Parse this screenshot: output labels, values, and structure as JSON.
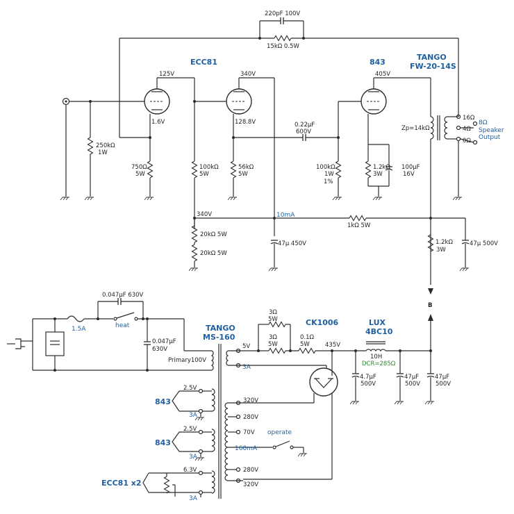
{
  "tubes": {
    "ecc81": "ECC81",
    "t843": "843",
    "ecc81_x2": "ECC81 x2"
  },
  "output_transformer": {
    "maker": "TANGO",
    "model": "FW-20-14S",
    "zp": "Zp=14kΩ",
    "tap16": "16Ω",
    "tap4": "4Ω",
    "tap0": "0Ω",
    "out8": "8Ω",
    "speaker": "Speaker",
    "output": "Output"
  },
  "power_transformer": {
    "maker": "TANGO",
    "model": "MS-160",
    "primary": "Primary100V",
    "v5": "5V",
    "a3": "3A",
    "v320a": "320V",
    "v280a": "280V",
    "v70": "70V",
    "ma160": "160mA",
    "v280b": "280V",
    "v320b": "320V",
    "h1v": "2.5V",
    "h1a": "3A",
    "h2v": "2.5V",
    "h2a": "3A",
    "h3v": "6.3V",
    "h3a": "3A"
  },
  "choke": {
    "maker": "LUX",
    "model": "4BC10",
    "value": "10H",
    "dcr": "DCR=285Ω"
  },
  "rectifier": {
    "label": "CK1006"
  },
  "feedback": {
    "cap": "220pF 100V",
    "res": "15kΩ 0.5W"
  },
  "voltages": {
    "v125": "125V",
    "v1_6": "1.6V",
    "v340a": "340V",
    "v128_8": "128.8V",
    "v405": "405V",
    "v340b": "340V",
    "ma10": "10mA",
    "v435": "435V"
  },
  "components": {
    "r250k": "250kΩ",
    "r250k_w": "1W",
    "r750": "750Ω",
    "r750_w": "5W",
    "r100k_a": "100kΩ",
    "r100k_a_w": "5W",
    "r56k": "56kΩ",
    "r56k_w": "5W",
    "c022": "0.22μF",
    "c022_v": "600V",
    "r100k_b": "100kΩ",
    "r100k_b_w": "1W",
    "r100k_b_t": "1%",
    "r1_2k_a": "1.2kΩ",
    "r1_2k_a_w": "3W",
    "c100u": "100μF",
    "c100u_v": "16V",
    "r1k": "1kΩ 5W",
    "r20k_a": "20kΩ 5W",
    "r20k_b": "20kΩ 5W",
    "c47_a": "47μ 450V",
    "r1_2k_b": "1.2kΩ",
    "r1_2k_b_w": "3W",
    "c47_b": "47μ 500V",
    "fuse": "1.5A",
    "c047_a": "0.047μF 630V",
    "c047_b": "0.047μF",
    "c047_b_v": "630V",
    "heat": "heat",
    "r3a": "3Ω",
    "r3a_w": "5W",
    "r3b": "3Ω",
    "r3b_w": "5W",
    "r01": "0.1Ω",
    "r01_w": "5W",
    "c4_7": "4.7μF",
    "c4_7_v": "500V",
    "c47_c": "47μF",
    "c47_c_v": "500V",
    "c47_d": "47μF",
    "c47_d_v": "500V",
    "operate": "operate",
    "node_b": "B"
  }
}
